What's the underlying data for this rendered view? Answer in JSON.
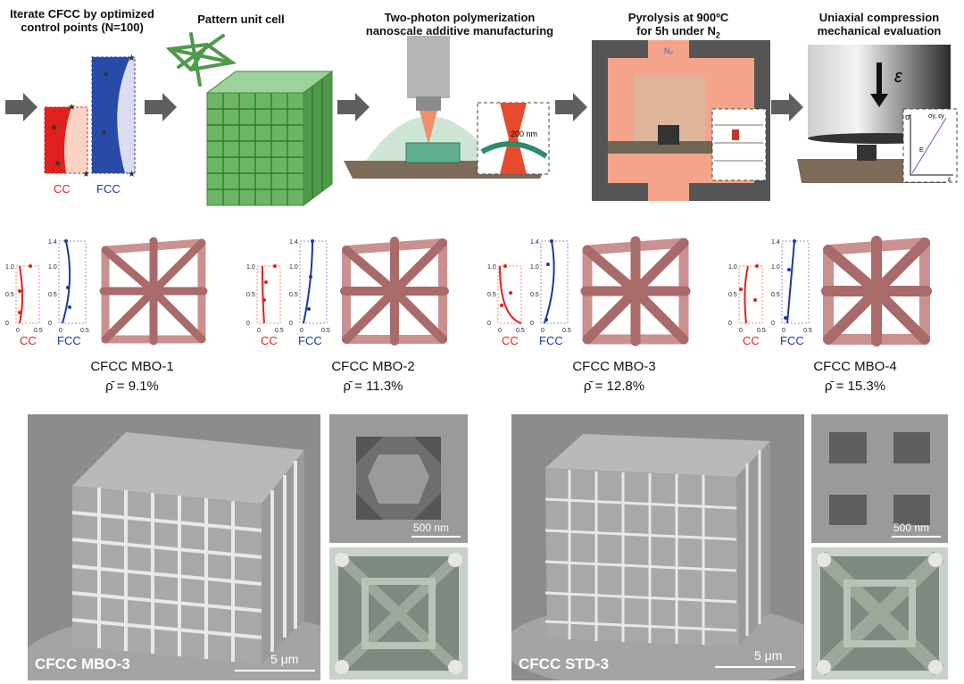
{
  "steps": [
    {
      "title_line1": "Iterate CFCC by optimized",
      "title_line2": "control points (N=100)"
    },
    {
      "title_line1": "Pattern unit cell",
      "title_line2": ""
    },
    {
      "title_line1": "Two-photon polymerization",
      "title_line2": "nanoscale additive manufacturing"
    },
    {
      "title_line1": "Pyrolysis at 900ºC",
      "title_line2": "for 5h under N",
      "title_sub": "2"
    },
    {
      "title_line1": "Uniaxial compression",
      "title_line2": "mechanical evaluation"
    }
  ],
  "step1": {
    "cc_label": "CC",
    "fcc_label": "FCC"
  },
  "step3": {
    "inset_scale": "200 nm"
  },
  "step4": {
    "gas_label": "N₂"
  },
  "step5": {
    "strain_symbol": "ε",
    "sigma_label": "σ",
    "sigma_y_label": "σy, εy",
    "modulus_label": "E",
    "strain_axis_label": "ε"
  },
  "profile_ticks": {
    "cc_y": [
      "1.0",
      "0.5",
      "0"
    ],
    "fcc_y": [
      "1.4",
      "1.0",
      "0.5",
      "0"
    ],
    "x": [
      "0",
      "0.5"
    ]
  },
  "designs": [
    {
      "name": "CFCC MBO-1",
      "rho": "ρ̄ = 9.1%",
      "cc": "CC",
      "fcc": "FCC"
    },
    {
      "name": "CFCC MBO-2",
      "rho": "ρ̄ = 11.3%",
      "cc": "CC",
      "fcc": "FCC"
    },
    {
      "name": "CFCC MBO-3",
      "rho": "ρ̄ = 12.8%",
      "cc": "CC",
      "fcc": "FCC"
    },
    {
      "name": "CFCC MBO-4",
      "rho": "ρ̄ = 15.3%",
      "cc": "CC",
      "fcc": "FCC"
    }
  ],
  "sem_left": {
    "label": "CFCC MBO-3",
    "scale": "5 μm",
    "inset_scale": "500 nm"
  },
  "sem_right": {
    "label": "CFCC STD-3",
    "scale": "5 μm",
    "inset_scale": "500 nm"
  },
  "colors": {
    "cc_red": "#e0201c",
    "fcc_blue": "#1a3a9c",
    "lattice_green": "#4f9a4a",
    "unitcell_pink": "#b87c7c",
    "sem_gray": "#9a9a9a"
  }
}
